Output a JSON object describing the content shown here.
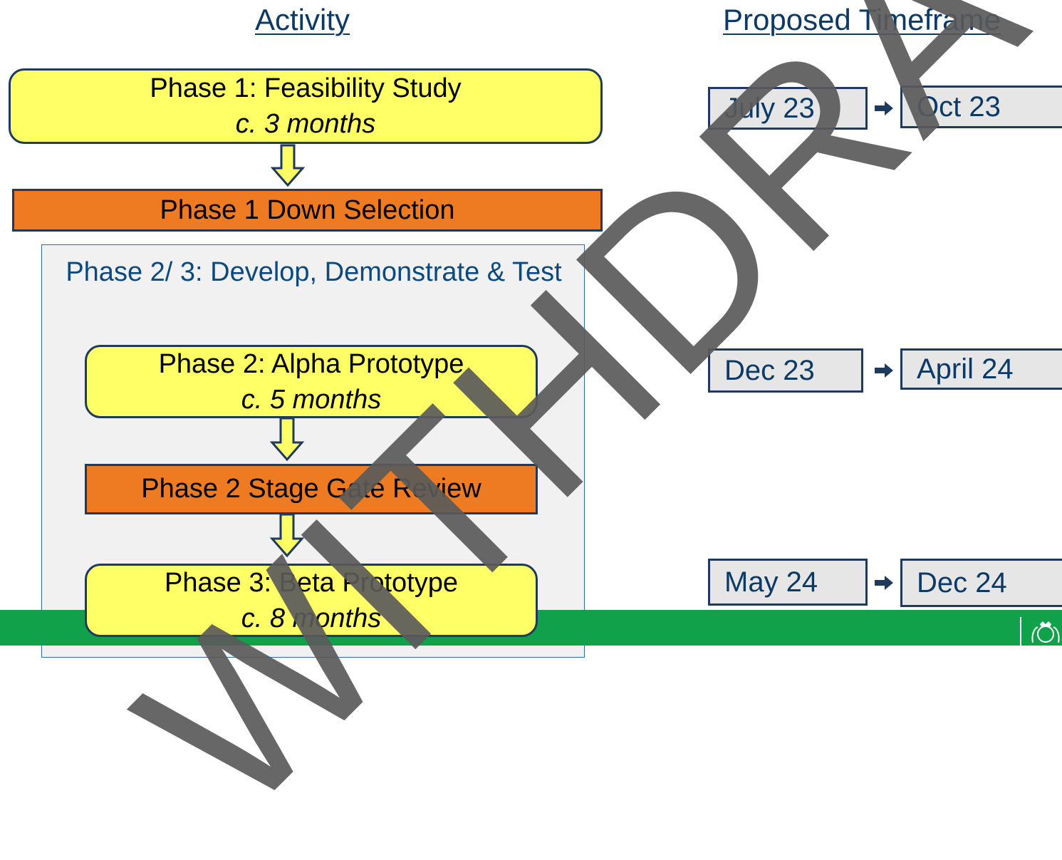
{
  "headings": {
    "activity": "Activity",
    "timeframe": "Proposed Timeframe"
  },
  "phase1": {
    "title": "Phase 1: Feasibility Study",
    "duration": "c. 3 months"
  },
  "phase1_down_selection": "Phase 1 Down Selection",
  "phase23_group": {
    "title": "Phase 2/ 3: Develop, Demonstrate & Test"
  },
  "phase2": {
    "title": "Phase 2: Alpha Prototype",
    "duration": "c. 5 months"
  },
  "phase2_review": "Phase 2 Stage Gate Review",
  "phase3": {
    "title": "Phase 3: Beta Prototype",
    "duration": "c. 8 months"
  },
  "timeframes": [
    {
      "start": "July 23",
      "end": "Oct 23"
    },
    {
      "start": "Dec 23",
      "end": "April 24"
    },
    {
      "start": "May 24",
      "end": "Dec 24"
    }
  ],
  "watermark": "WITHDRAWN",
  "colors": {
    "yellow_box": "#ffff66",
    "orange_box": "#ee7a22",
    "border_navy": "#1e3a5f",
    "heading_blue": "#0b3a66",
    "footer_green": "#10a14a",
    "date_box_grey": "#e6e6e6"
  },
  "icons": {
    "flow_arrow": "down-arrow-icon",
    "timeframe_arrow": "right-arrow-icon",
    "footer_logo": "royal-crest-icon"
  }
}
